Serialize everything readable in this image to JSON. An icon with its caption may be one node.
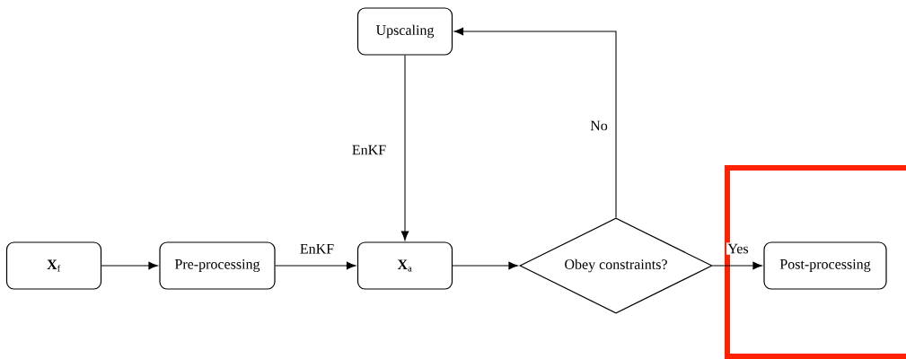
{
  "diagram": {
    "nodes": [
      {
        "text": [
          "**X**$_{f}$"
        ]
      },
      {
        "text": [
          "Pre-processing"
        ]
      },
      {
        "text": [
          "**X**$_{a}$"
        ]
      },
      {
        "text": [
          "Obey constraints?"
        ]
      },
      {
        "text": [
          "Post-processing"
        ]
      },
      {
        "text": [
          "Upscaling"
        ]
      }
    ],
    "edges": [
      {
        "from": 0,
        "to": 1,
        "arrow": "to"
      },
      {
        "from": 1,
        "to": 2,
        "arrow": "to",
        "label": "EnKF"
      },
      {
        "from": 2,
        "to": 3,
        "arrow": "to"
      },
      {
        "from": 3,
        "to": 4,
        "arrow": "to",
        "label": "Yes"
      },
      {
        "from": 3,
        "to": 5,
        "arrow": "to",
        "label": "No"
      },
      {
        "from": 5,
        "to": 2,
        "arrow": "to",
        "label": "EnKF"
      }
    ]
  }
}
